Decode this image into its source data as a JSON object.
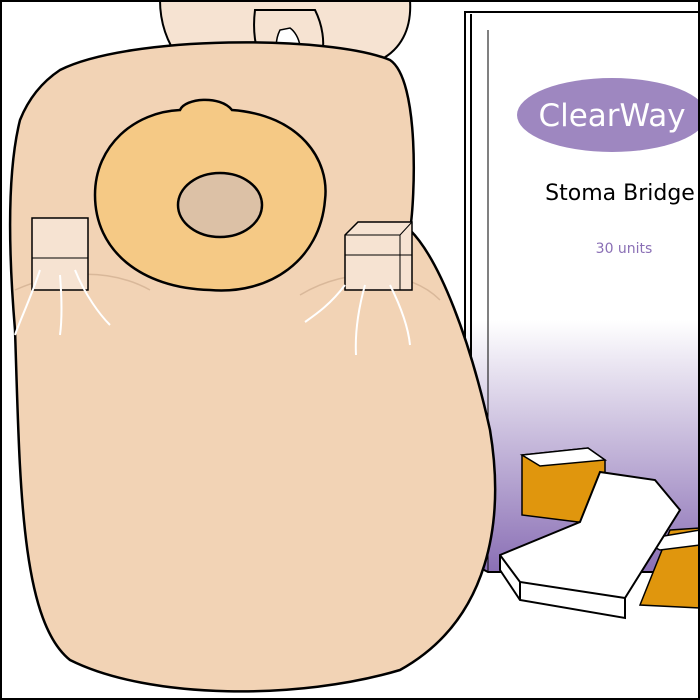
{
  "box": {
    "brand": "ClearWay",
    "product": "Stoma Bridge",
    "quantity": "30 units"
  },
  "colors": {
    "skin": "#f2d3b5",
    "hand": "#f6e3d2",
    "flange": "#f5c985",
    "stoma": "#dcc1a6",
    "brand_purple": "#9e87c0",
    "bridge_orange": "#e0960d"
  }
}
